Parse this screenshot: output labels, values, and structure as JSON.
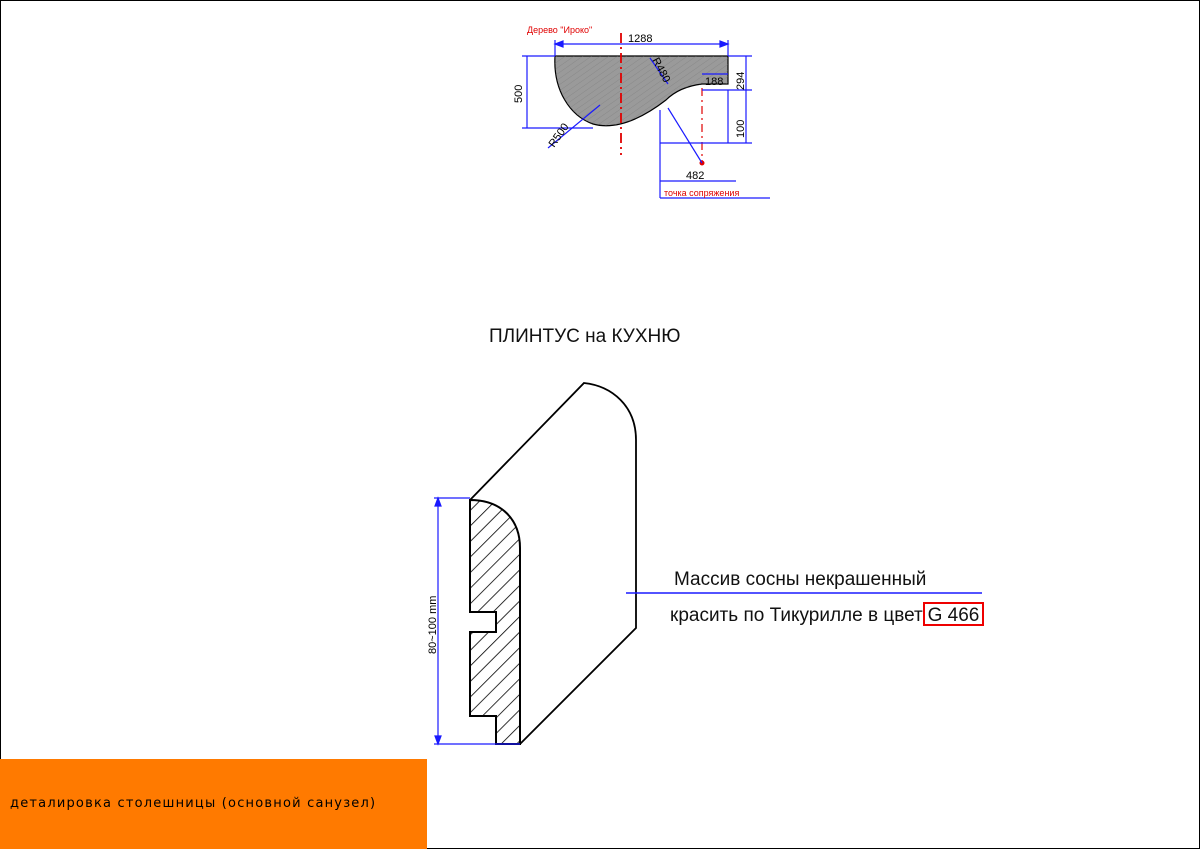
{
  "top_drawing": {
    "material_label": "Дерево \"Ироко\"",
    "dimensions": {
      "width_1288": "1288",
      "radius_480": "R480",
      "dim_188": "188",
      "dim_294": "294",
      "dim_500": "500",
      "radius_500": "R500",
      "dim_100": "100",
      "dim_482": "482"
    },
    "junction_label": "точка сопряжения"
  },
  "section_title": "ПЛИНТУС на КУХНЮ",
  "baseboard": {
    "height_label": "80~100 mm",
    "note_line1": "Массив сосны некрашенный",
    "note_line2": "красить по Тикурилле в  цвет",
    "color_code": "G 466"
  },
  "footer": {
    "label": "деталировка столешницы (основной санузел)"
  },
  "colors": {
    "accent_orange": "#ff7a00",
    "dimension_blue": "#1a1aff",
    "marker_red": "#e00000"
  }
}
